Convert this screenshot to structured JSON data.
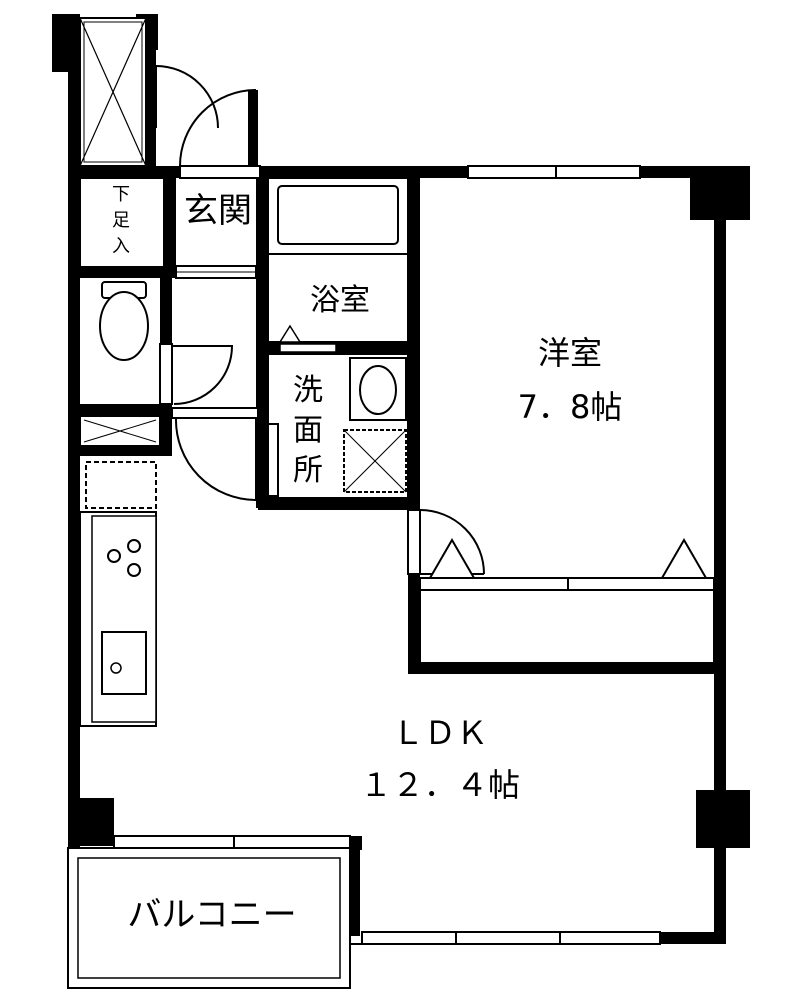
{
  "rooms": {
    "genkan": "玄関",
    "getabako": [
      "下",
      "足",
      "入"
    ],
    "bath": "浴室",
    "washroom": [
      "洗",
      "面",
      "所"
    ],
    "western_room": {
      "name": "洋室",
      "size": "7．8帖"
    },
    "ldk": {
      "name": "ＬＤＫ",
      "size": "１２．４帖"
    },
    "balcony": "バルコニー"
  }
}
